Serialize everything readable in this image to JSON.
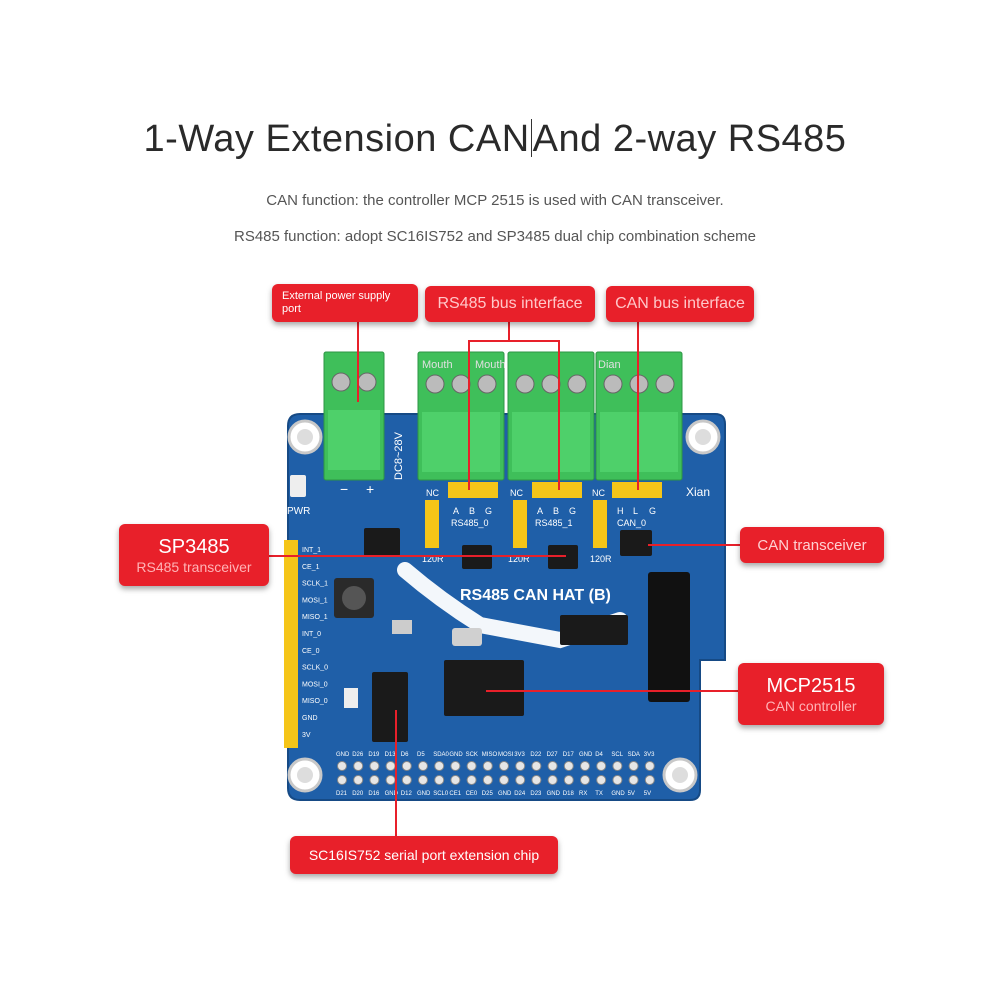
{
  "header": {
    "title_part1": "1-Way Extension CAN",
    "title_part2": "And 2-way RS485",
    "subtitle1": "CAN function: the controller MCP 2515 is used with CAN transceiver.",
    "subtitle2": "RS485 function: adopt SC16IS752 and SP3485 dual chip combination scheme"
  },
  "callouts": {
    "power": "External power supply port",
    "rs485_bus": "RS485 bus interface",
    "can_bus": "CAN bus interface",
    "sp3485_title": "SP3485",
    "sp3485_sub": "RS485 transceiver",
    "can_transceiver": "CAN transceiver",
    "mcp2515_title": "MCP2515",
    "mcp2515_sub": "CAN controller",
    "sc16is752": "SC16IS752 serial port extension chip"
  },
  "board": {
    "name": "RS485 CAN HAT (B)",
    "voltage": "DC8~28V",
    "pwr": "PWR",
    "brand": "Xian",
    "terminal_labels": [
      "Mouth",
      "Mouth",
      "Dian"
    ],
    "headers": [
      {
        "nc": "NC",
        "pins": [
          "A",
          "B",
          "G"
        ],
        "name": "RS485_0"
      },
      {
        "nc": "NC",
        "pins": [
          "A",
          "B",
          "G"
        ],
        "name": "RS485_1"
      },
      {
        "nc": "NC",
        "pins": [
          "H",
          "L",
          "G"
        ],
        "name": "CAN_0"
      }
    ],
    "resistor_label": "120R",
    "side_pins": [
      "INT_1",
      "CE_1",
      "SCLK_1",
      "MOSI_1",
      "MISO_1",
      "INT_0",
      "CE_0",
      "SCLK_0",
      "MOSI_0",
      "MISO_0",
      "GND",
      "3V"
    ],
    "gpio_top": [
      "GND",
      "D26",
      "D19",
      "D13",
      "D6",
      "D5",
      "SDA0",
      "GND",
      "SCK",
      "MISO",
      "MOSI",
      "3V3",
      "D22",
      "D27",
      "D17",
      "GND",
      "D4",
      "SCL",
      "SDA",
      "3V3"
    ],
    "gpio_bottom": [
      "D21",
      "D20",
      "D16",
      "GND",
      "D12",
      "GND",
      "SCL0",
      "CE1",
      "CE0",
      "D25",
      "GND",
      "D24",
      "D23",
      "GND",
      "D18",
      "RX",
      "TX",
      "GND",
      "5V",
      "5V"
    ],
    "power_polarity": [
      "−",
      "+"
    ]
  },
  "colors": {
    "callout_red": "#e8202a",
    "pcb_blue": "#1f5fa8",
    "terminal_green": "#3fbf5a",
    "header_yellow": "#f5c518"
  }
}
